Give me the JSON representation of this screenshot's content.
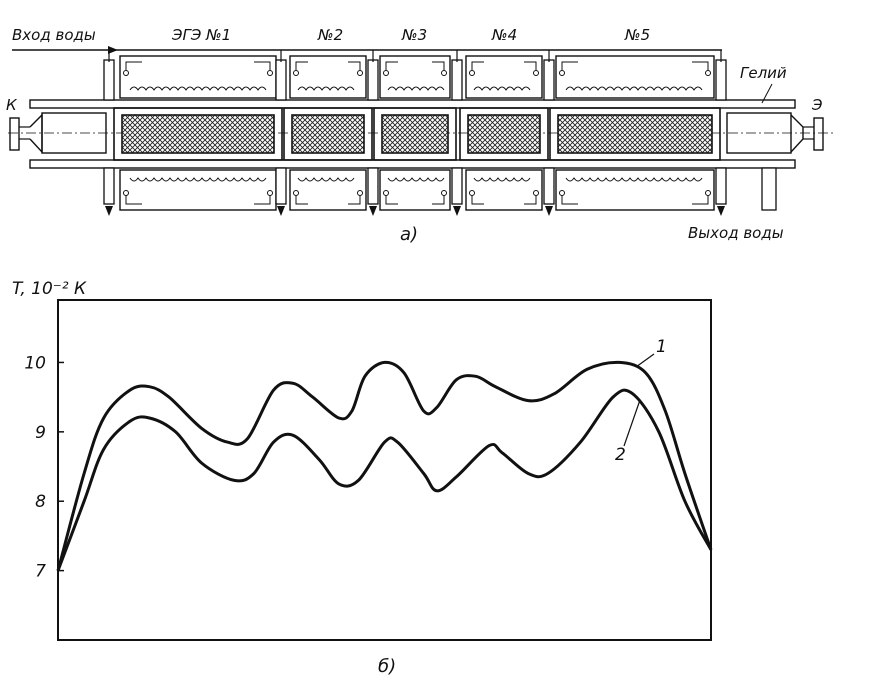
{
  "diagram": {
    "water_in": "Вход воды",
    "water_out": "Выход воды",
    "helium": "Гелий",
    "left_end": "К",
    "right_end": "Э",
    "caption_a": "а)",
    "caption_b": "б)",
    "sections": [
      "ЭГЭ №1",
      "№2",
      "№3",
      "№4",
      "№5"
    ]
  },
  "chart_data": {
    "type": "line",
    "ylabel": "T, 10⁻² К",
    "ylim": [
      6.0,
      10.9
    ],
    "xlim": [
      0,
      1
    ],
    "yticks": [
      7,
      8,
      9,
      10
    ],
    "series": [
      {
        "name": "1",
        "points": [
          [
            0.0,
            7.0
          ],
          [
            0.04,
            8.4
          ],
          [
            0.07,
            9.2
          ],
          [
            0.11,
            9.6
          ],
          [
            0.14,
            9.65
          ],
          [
            0.17,
            9.5
          ],
          [
            0.22,
            9.05
          ],
          [
            0.26,
            8.85
          ],
          [
            0.29,
            8.9
          ],
          [
            0.33,
            9.6
          ],
          [
            0.36,
            9.7
          ],
          [
            0.39,
            9.5
          ],
          [
            0.43,
            9.2
          ],
          [
            0.45,
            9.3
          ],
          [
            0.47,
            9.8
          ],
          [
            0.5,
            10.0
          ],
          [
            0.53,
            9.85
          ],
          [
            0.56,
            9.3
          ],
          [
            0.58,
            9.35
          ],
          [
            0.61,
            9.75
          ],
          [
            0.64,
            9.8
          ],
          [
            0.67,
            9.65
          ],
          [
            0.72,
            9.45
          ],
          [
            0.76,
            9.55
          ],
          [
            0.81,
            9.9
          ],
          [
            0.86,
            10.0
          ],
          [
            0.9,
            9.85
          ],
          [
            0.93,
            9.3
          ],
          [
            0.96,
            8.4
          ],
          [
            1.0,
            7.3
          ]
        ]
      },
      {
        "name": "2",
        "points": [
          [
            0.0,
            7.0
          ],
          [
            0.04,
            8.0
          ],
          [
            0.07,
            8.75
          ],
          [
            0.11,
            9.15
          ],
          [
            0.14,
            9.2
          ],
          [
            0.18,
            9.0
          ],
          [
            0.22,
            8.55
          ],
          [
            0.27,
            8.3
          ],
          [
            0.3,
            8.4
          ],
          [
            0.33,
            8.85
          ],
          [
            0.36,
            8.95
          ],
          [
            0.4,
            8.6
          ],
          [
            0.43,
            8.25
          ],
          [
            0.46,
            8.3
          ],
          [
            0.5,
            8.85
          ],
          [
            0.52,
            8.85
          ],
          [
            0.56,
            8.4
          ],
          [
            0.58,
            8.15
          ],
          [
            0.61,
            8.35
          ],
          [
            0.66,
            8.8
          ],
          [
            0.68,
            8.7
          ],
          [
            0.72,
            8.4
          ],
          [
            0.75,
            8.4
          ],
          [
            0.8,
            8.85
          ],
          [
            0.85,
            9.5
          ],
          [
            0.88,
            9.55
          ],
          [
            0.92,
            9.0
          ],
          [
            0.96,
            8.0
          ],
          [
            1.0,
            7.3
          ]
        ]
      }
    ]
  }
}
